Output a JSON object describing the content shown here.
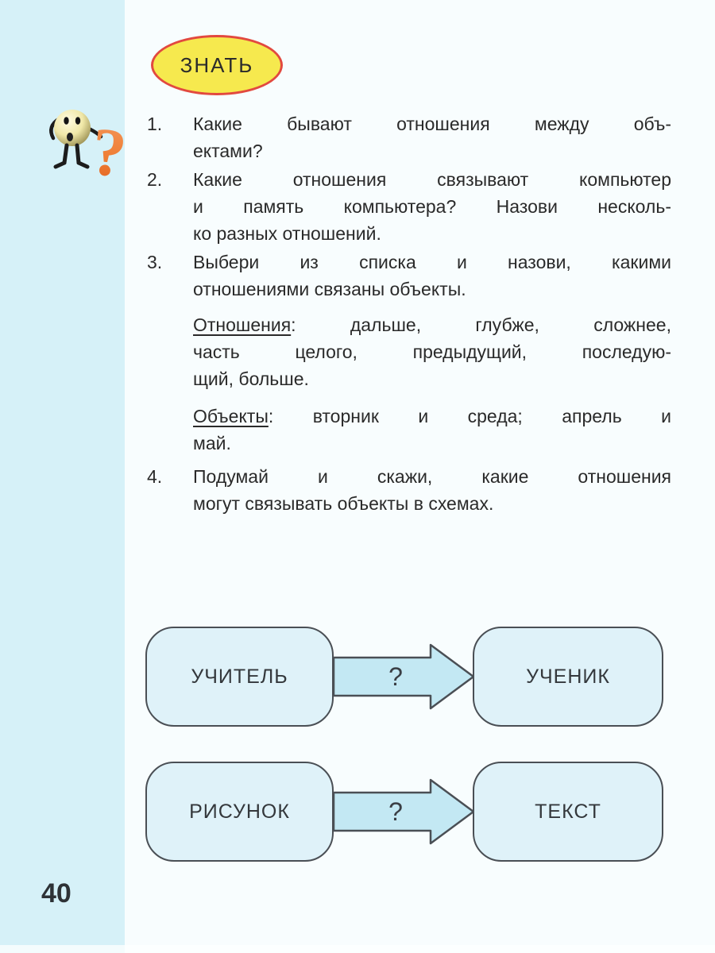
{
  "badge": {
    "label": "ЗНАТЬ"
  },
  "mascot": {
    "name": "surprised-ball-with-question-mark",
    "question_glyph": "?"
  },
  "questions": [
    {
      "num": "1.",
      "lines": [
        "Какие бывают отношения между объ-",
        "ектами?"
      ]
    },
    {
      "num": "2.",
      "lines": [
        "Какие отношения связывают компьютер",
        "и память компьютера? Назови несколь-",
        "ко разных отношений."
      ]
    },
    {
      "num": "3.",
      "lines": [
        "Выбери из списка и назови, какими",
        "отношениями связаны объекты."
      ]
    },
    {
      "num": "4.",
      "lines": [
        "Подумай и скажи, какие отношения",
        "могут связывать объекты в схемах."
      ]
    }
  ],
  "relations_list": {
    "term": "Отношения",
    "line1_rest": ": дальше, глубже, сложнее,",
    "lines": [
      "часть целого, предыдущий, последую-",
      "щий, больше."
    ]
  },
  "objects_list": {
    "term": "Объекты",
    "line1_rest": ": вторник и среда; апрель и",
    "lines": [
      "май."
    ]
  },
  "diagrams": [
    {
      "from": "УЧИТЕЛЬ",
      "relation_label": "?",
      "to": "УЧЕНИК"
    },
    {
      "from": "РИСУНОК",
      "relation_label": "?",
      "to": "ТЕКСТ"
    }
  ],
  "footer": {
    "page_number": "40"
  },
  "colors": {
    "margin_strip": "#d6f1f8",
    "page_background": "#f8fdfe",
    "badge_fill": "#f6e94e",
    "badge_border": "#e2493f",
    "diagram_box_fill": "#dff2f9",
    "diagram_arrow_fill": "#c3e8f3",
    "diagram_border": "#4a4f55",
    "mascot_question": "#ee7d33",
    "text": "#2a2a2a"
  }
}
